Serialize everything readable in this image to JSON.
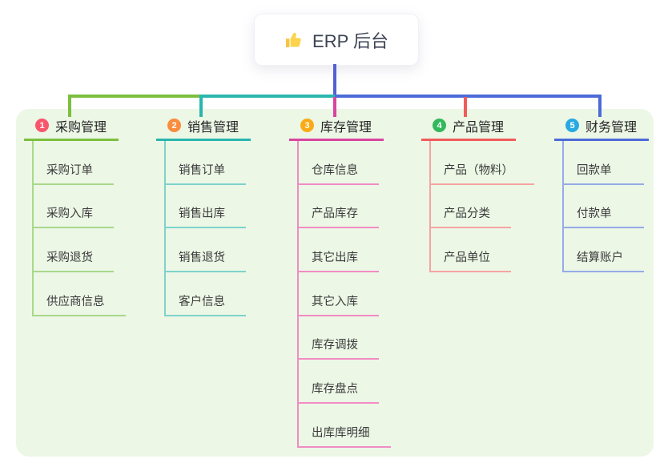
{
  "root": {
    "label": "ERP 后台",
    "icon": "thumbs-up"
  },
  "canvas": {
    "background": "#ecf7e6"
  },
  "connectors": {
    "root_vertical_color": "#5560d2"
  },
  "branches": [
    {
      "num": "1",
      "title": "采购管理",
      "badge_color": "#f8566c",
      "line_color": "#7cbf3f",
      "child_line_color": "#a9d88b",
      "children": [
        "采购订单",
        "采购入库",
        "采购退货",
        "供应商信息"
      ]
    },
    {
      "num": "2",
      "title": "销售管理",
      "badge_color": "#fa8c3c",
      "line_color": "#29b6ad",
      "child_line_color": "#7ed3cb",
      "children": [
        "销售订单",
        "销售出库",
        "销售退货",
        "客户信息"
      ]
    },
    {
      "num": "3",
      "title": "库存管理",
      "badge_color": "#f9ab17",
      "line_color": "#d9459e",
      "child_line_color": "#f18cc4",
      "children": [
        "仓库信息",
        "产品库存",
        "其它出库",
        "其它入库",
        "库存调拨",
        "库存盘点",
        "出库库明细"
      ]
    },
    {
      "num": "4",
      "title": "产品管理",
      "badge_color": "#33b85c",
      "line_color": "#f15b5b",
      "child_line_color": "#f7a3a3",
      "children": [
        "产品（物料）",
        "产品分类",
        "产品单位"
      ]
    },
    {
      "num": "5",
      "title": "财务管理",
      "badge_color": "#29a9e1",
      "line_color": "#4c6bd8",
      "child_line_color": "#96aae8",
      "children": [
        "回款单",
        "付款单",
        "结算账户"
      ]
    }
  ]
}
